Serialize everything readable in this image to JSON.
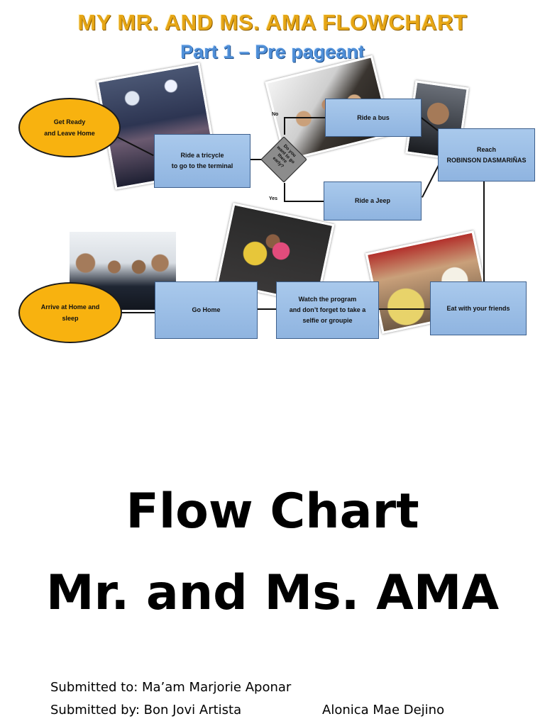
{
  "header": {
    "title": "MY MR. AND MS. AMA FLOWCHART",
    "subtitle": "Part 1 – Pre pageant"
  },
  "flowchart": {
    "nodes": {
      "start": "Get Ready\nand Leave Home",
      "tricycle": "Ride a tricycle\nto go to the terminal",
      "decision": "Do you want to go there early?",
      "bus": "Ride a bus",
      "jeep": "Ride a Jeep",
      "reach": "Reach\nROBINSON DASMARIÑAS",
      "eat": "Eat with your friends",
      "watch": "Watch the program\nand don’t forget to take a\nselfie or groupie",
      "home": "Go Home",
      "end": "Arrive at Home and\nsleep"
    },
    "labels": {
      "no": "No",
      "yes": "Yes"
    }
  },
  "cover": {
    "line1": "Flow Chart",
    "line2": "Mr. and Ms. AMA"
  },
  "submission": {
    "to": "Submitted to: Ma’am Marjorie Aponar",
    "by": "Submitted by: Bon Jovi Artista",
    "by2": "Alonica Mae Dejino"
  }
}
